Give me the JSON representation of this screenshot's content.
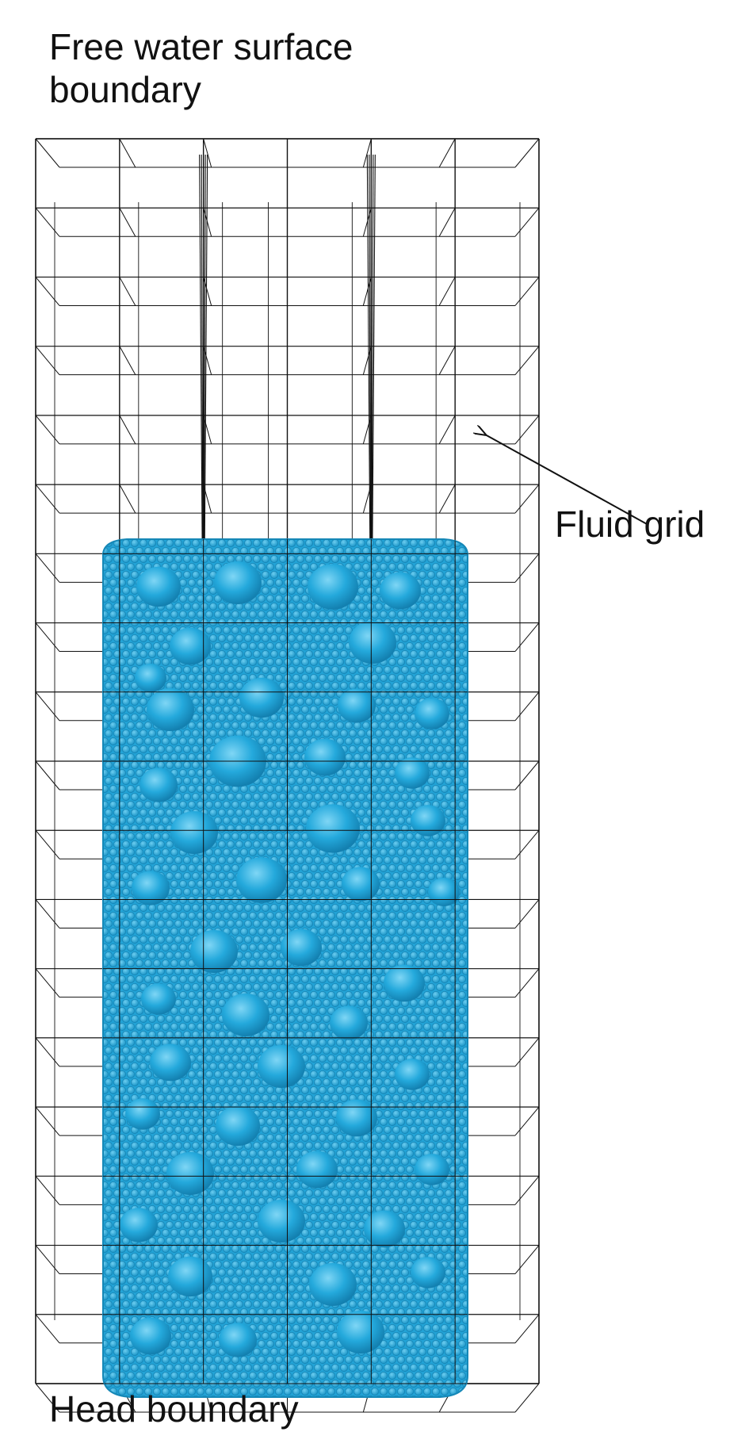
{
  "labels": {
    "top_line1": "Free water surface",
    "top_line2": "boundary",
    "fluid_grid": "Fluid grid",
    "bottom": "Head boundary"
  },
  "colors": {
    "grid": "#111111",
    "specimen": "#1fa6d8",
    "specimen_highlight": "#5cc6ee",
    "specimen_shadow": "#1587b6",
    "background": "#ffffff"
  },
  "diagram": {
    "grid_columns": 6,
    "grid_rows": 18
  }
}
